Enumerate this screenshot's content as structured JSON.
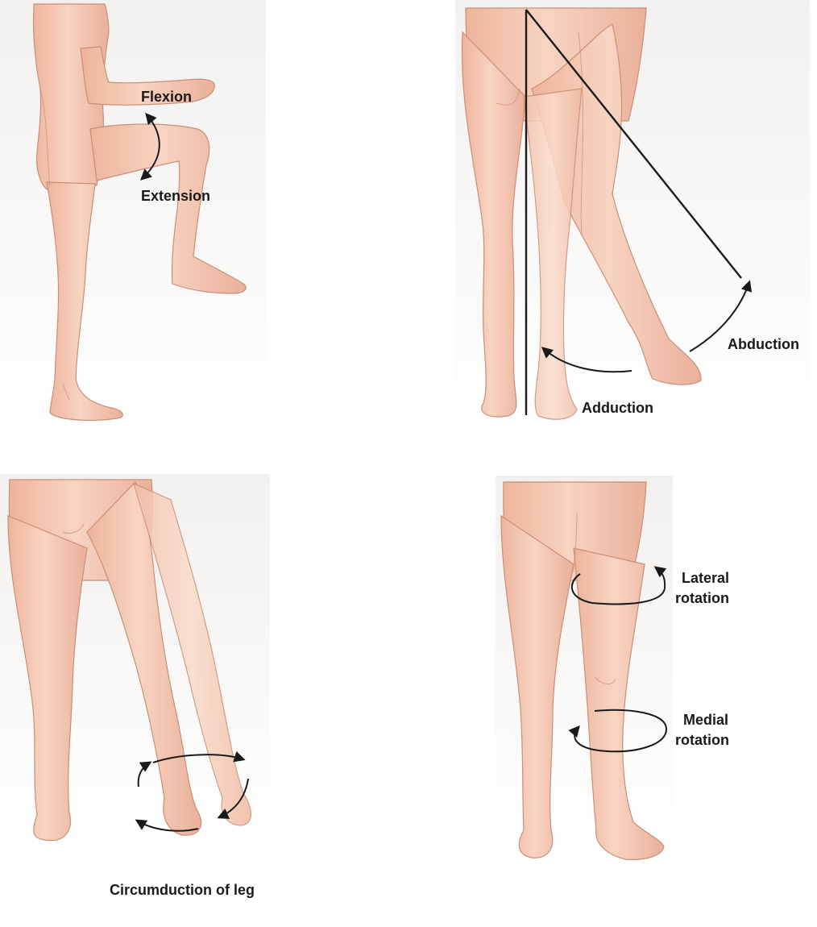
{
  "panels": {
    "flexion_extension": {
      "labels": [
        "Flexion",
        "Extension"
      ]
    },
    "abduction_adduction": {
      "labels": [
        "Abduction",
        "Adduction"
      ]
    },
    "circumduction": {
      "labels": [
        "Circumduction of leg"
      ]
    },
    "rotation": {
      "labels": [
        "Lateral",
        "rotation",
        "Medial",
        "rotation"
      ]
    }
  },
  "colors": {
    "skin": "#f5c9b5",
    "skin_shadow": "#e6a98f",
    "background_tint": "#f3f1ef",
    "text": "#1a1a1a"
  }
}
